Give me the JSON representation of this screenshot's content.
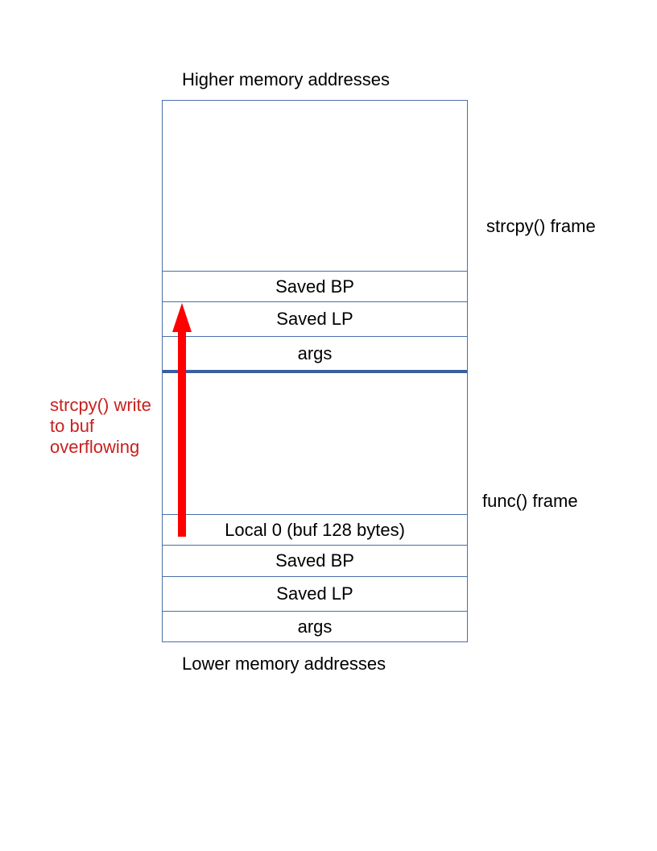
{
  "diagram": {
    "higher_label": "Higher memory addresses",
    "lower_label": "Lower memory addresses",
    "strcpy_frame_label": "strcpy() frame",
    "func_frame_label": "func() frame",
    "overflow_note": "strcpy() write\nto buf\noverflowing",
    "strcpy_frame_cells": [
      {
        "label": ""
      },
      {
        "label": "Saved BP"
      },
      {
        "label": "Saved LP"
      },
      {
        "label": "args"
      }
    ],
    "func_frame_cells": [
      {
        "label": ""
      },
      {
        "label": "Local 0 (buf 128 bytes)"
      },
      {
        "label": "Saved BP"
      },
      {
        "label": "Saved LP"
      },
      {
        "label": "args"
      }
    ],
    "colors": {
      "border": "#4a6fa8",
      "divider": "#3a5f9f",
      "arrow": "#ff0000",
      "note": "#c9211e"
    }
  }
}
